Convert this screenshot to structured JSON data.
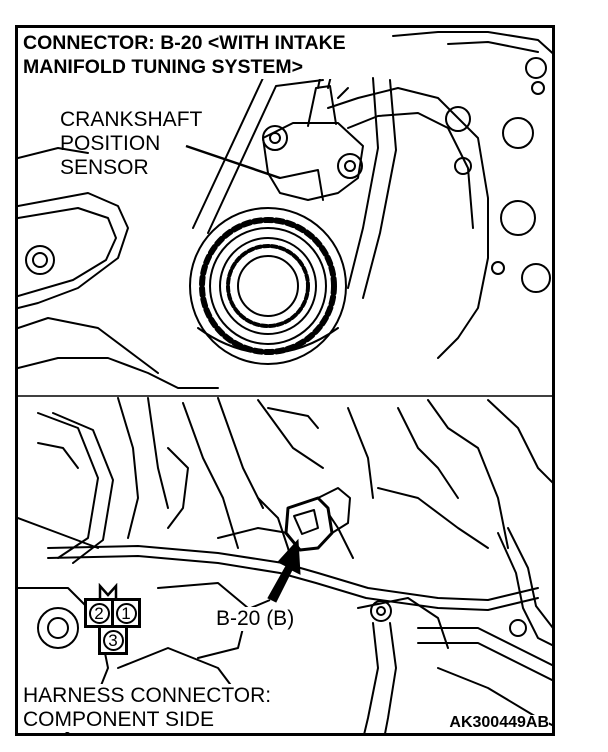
{
  "title": {
    "line1": "CONNECTOR: B-20 <WITH INTAKE",
    "line2": "MANIFOLD TUNING SYSTEM>"
  },
  "top_callout": {
    "line1": "CRANKSHAFT",
    "line2": "POSITION",
    "line3": "SENSOR"
  },
  "connector_label": "B-20 (B)",
  "pins": {
    "p1": "1",
    "p2": "2",
    "p3": "3"
  },
  "harness_note": {
    "line1": "HARNESS CONNECTOR:",
    "line2": "COMPONENT SIDE"
  },
  "figure_code": "AK300449AB"
}
